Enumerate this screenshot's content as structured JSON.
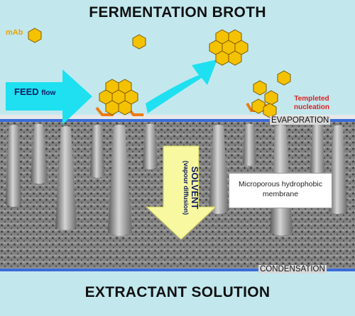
{
  "top_label": "FERMENTATION BROTH",
  "bottom_label": "EXTRACTANT SOLUTION",
  "mab_label": "mAb",
  "feed_label": "FEED",
  "feed_suffix": "flow",
  "nucleation_line1": "Templeted",
  "nucleation_line2": "nucleation",
  "evaporation_label": "EVAPORATION",
  "condensation_label": "CONDENSATION",
  "solvent_label": "SOLVENT",
  "solvent_sub": "(vapour diffusion)",
  "membrane_line1": "Microporous hydrophobic",
  "membrane_line2": "membrane",
  "colors": {
    "background": "#c2e8ee",
    "feed_arrow": "#1ee0f0",
    "hexagon_fill": "#f5c200",
    "template": "#f07a10",
    "nucleation_text": "#e02020",
    "membrane_line": "#3a6cd8",
    "solvent_arrow": "#f8f8a0"
  }
}
